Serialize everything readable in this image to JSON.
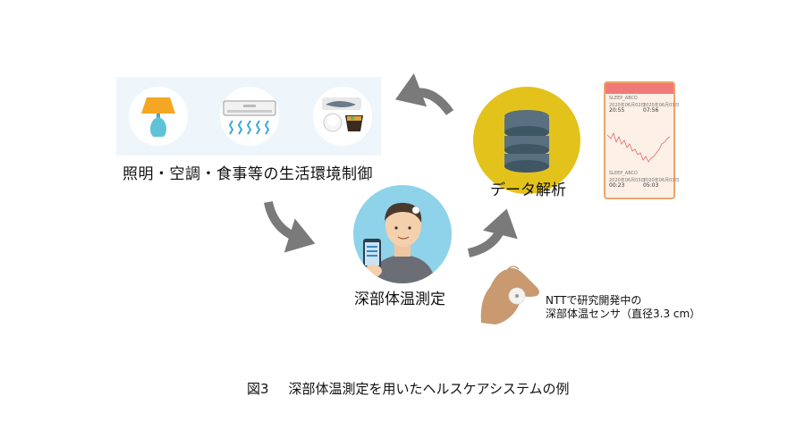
{
  "labels": {
    "environment_control": "照明・空調・食事等の生活環境制御",
    "data_analysis": "データ解析",
    "deep_body_temp_measurement": "深部体温測定",
    "sensor_caption_line1": "NTTで研究開発中の",
    "sensor_caption_line2": "深部体温センサ（直径3.3 cm）"
  },
  "caption": {
    "figure_number": "図3",
    "title": "深部体温測定を用いたヘルスケアシステムの例"
  },
  "phone_screen": {
    "top_header": "SLEEP_ABCD",
    "top_date_left": "2020年06月02日",
    "top_date_right": "2020年06月03日",
    "top_time_start": "20:55",
    "top_time_end": "07:56",
    "bottom_header": "SLEEP_ABCD",
    "bottom_date_left": "2020年06月03日",
    "bottom_date_right": "2020年06月03日",
    "bottom_time_start": "00:23",
    "bottom_time_end": "05:03"
  },
  "icons": [
    "lamp-icon",
    "air-conditioner-icon",
    "meal-icon",
    "database-icon",
    "person-with-smartphone-icon",
    "hand-with-sensor-icon"
  ],
  "colors": {
    "arrow": "#7a7a7a",
    "database_circle": "#e3c21c",
    "icon_panel": "#eef6fb",
    "phone_border": "#f0a46e",
    "phone_bar": "#f07a78",
    "lamp": "#f5a623",
    "lamp_base": "#5fc3d8"
  }
}
